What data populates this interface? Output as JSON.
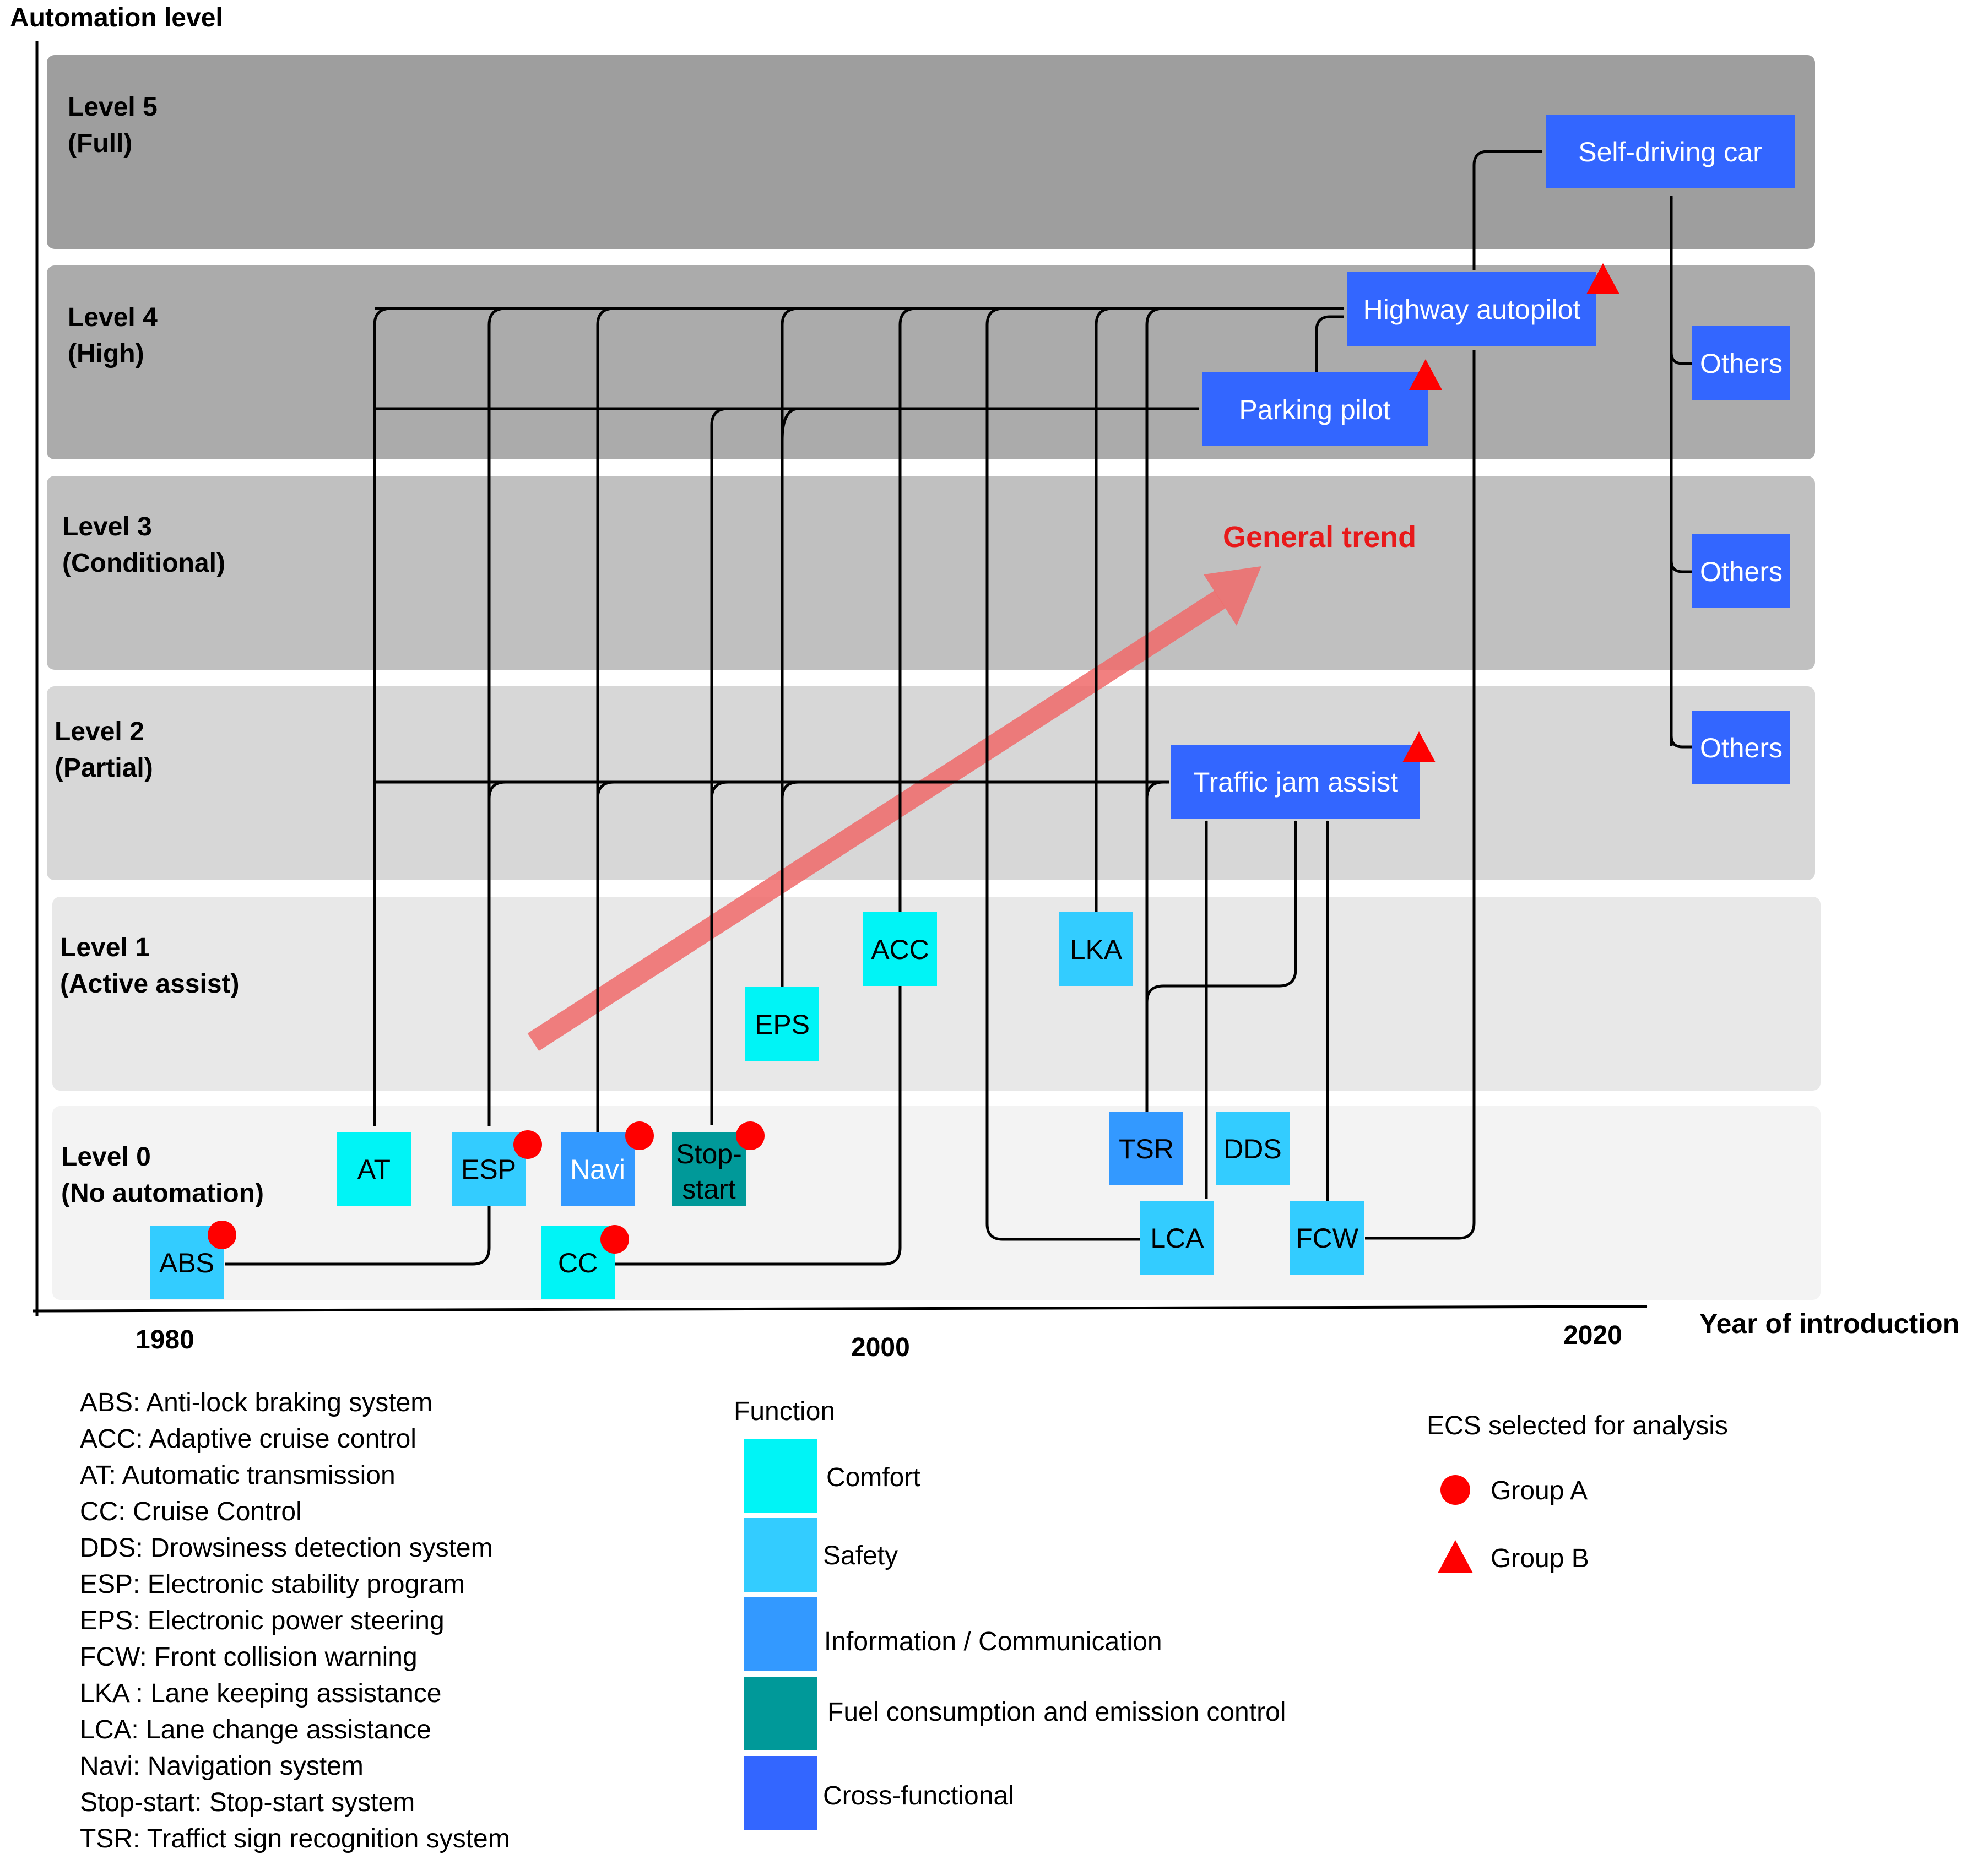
{
  "axis": {
    "y_title": "Automation level",
    "x_title": "Year of introduction",
    "years": [
      "1980",
      "2000",
      "2020"
    ]
  },
  "levels": [
    {
      "name": "Level 5",
      "desc": "(Full)",
      "fill": "#9e9e9e"
    },
    {
      "name": "Level 4",
      "desc": "(High)",
      "fill": "#ababab"
    },
    {
      "name": "Level 3",
      "desc": "(Conditional)",
      "fill": "#c0c0c0"
    },
    {
      "name": "Level 2",
      "desc": "(Partial)",
      "fill": "#d7d7d7"
    },
    {
      "name": "Level 1",
      "desc": "(Active assist)",
      "fill": "#e8e8e8"
    },
    {
      "name": "Level 0",
      "desc": "(No automation)",
      "fill": "#f3f3f3"
    }
  ],
  "colors": {
    "comfort": "#00f4f6",
    "safety": "#33ccff",
    "info": "#3399ff",
    "fuel": "#009999",
    "cross": "#3366ff",
    "group_marker": "#ff0000",
    "trend": "#f06a6a",
    "trend_label": "#e8191a"
  },
  "boxes": {
    "abs": {
      "label": "ABS",
      "function": "safety",
      "group": "A"
    },
    "at": {
      "label": "AT",
      "function": "comfort"
    },
    "esp": {
      "label": "ESP",
      "function": "safety",
      "group": "A"
    },
    "navi": {
      "label": "Navi",
      "function": "info",
      "group": "A"
    },
    "stop_start": {
      "line1": "Stop-",
      "line2": "start",
      "function": "fuel",
      "group": "A"
    },
    "cc": {
      "label": "CC",
      "function": "comfort",
      "group": "A"
    },
    "eps": {
      "label": "EPS",
      "function": "comfort"
    },
    "acc": {
      "label": "ACC",
      "function": "comfort"
    },
    "lka": {
      "label": "LKA",
      "function": "safety"
    },
    "tsr": {
      "label": "TSR",
      "function": "info"
    },
    "dds": {
      "label": "DDS",
      "function": "safety"
    },
    "lca": {
      "label": "LCA",
      "function": "safety"
    },
    "fcw": {
      "label": "FCW",
      "function": "safety"
    },
    "traffic_jam": {
      "label": "Traffic jam assist",
      "function": "cross",
      "group": "B"
    },
    "parking_pilot": {
      "label": "Parking pilot",
      "function": "cross",
      "group": "B"
    },
    "highway_autopilot": {
      "label": "Highway autopilot",
      "function": "cross",
      "group": "B"
    },
    "self_driving": {
      "label": "Self-driving car",
      "function": "cross"
    },
    "others_l4": {
      "label": "Others",
      "function": "cross"
    },
    "others_l3": {
      "label": "Others",
      "function": "cross"
    },
    "others_l2": {
      "label": "Others",
      "function": "cross"
    }
  },
  "trend_label": "General trend",
  "abbreviations": [
    "ABS: Anti-lock braking system",
    "ACC: Adaptive cruise control",
    "AT: Automatic transmission",
    "CC: Cruise Control",
    "DDS: Drowsiness detection system",
    "ESP: Electronic stability program",
    "EPS: Electronic power steering",
    "FCW: Front collision warning",
    "LKA : Lane keeping assistance",
    "LCA: Lane change assistance",
    "Navi: Navigation system",
    "Stop-start: Stop-start system",
    "TSR: Traffict sign recognition system"
  ],
  "function_legend": {
    "title": "Function",
    "items": [
      {
        "label": "Comfort",
        "color": "#00f4f6"
      },
      {
        "label": "Safety",
        "color": "#33ccff"
      },
      {
        "label": "Information / Communication",
        "color": "#3399ff"
      },
      {
        "label": "Fuel consumption and emission control",
        "color": "#009999"
      },
      {
        "label": "Cross-functional",
        "color": "#3366ff"
      }
    ]
  },
  "ecs_legend": {
    "title": "ECS selected for analysis",
    "group_a": "Group A",
    "group_b": "Group B"
  }
}
